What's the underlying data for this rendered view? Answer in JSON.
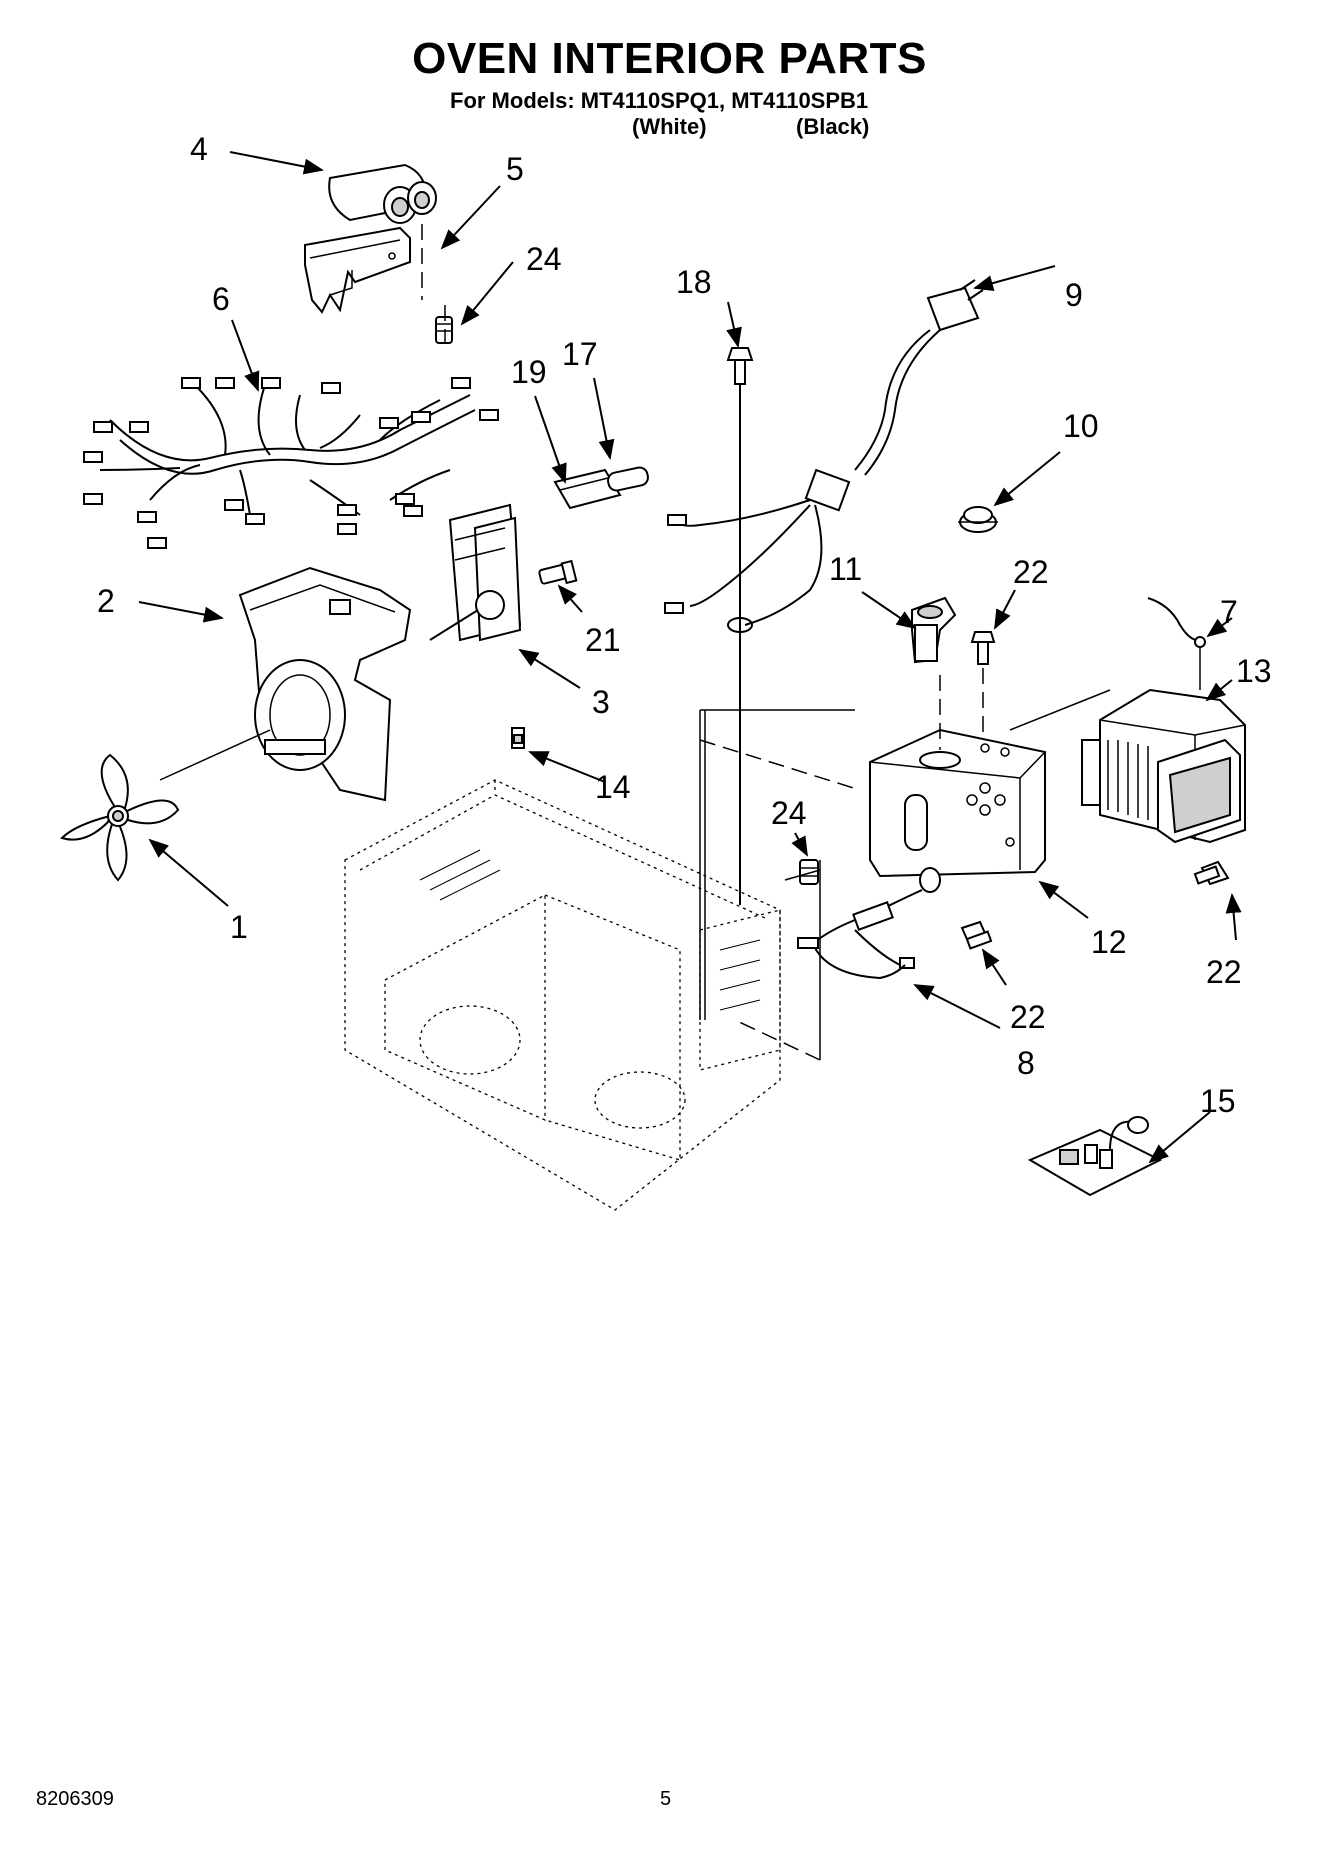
{
  "header": {
    "title": "OVEN INTERIOR PARTS",
    "models_line": "For Models: MT4110SPQ1, MT4110SPB1",
    "variant_white": "(White)",
    "variant_black": "(Black)"
  },
  "callouts": {
    "c1": "1",
    "c2": "2",
    "c3": "3",
    "c4": "4",
    "c5": "5",
    "c6": "6",
    "c7": "7",
    "c8": "8",
    "c9": "9",
    "c10": "10",
    "c11": "11",
    "c12": "12",
    "c13": "13",
    "c14": "14",
    "c15": "15",
    "c17": "17",
    "c18": "18",
    "c19": "19",
    "c21": "21",
    "c22a": "22",
    "c22b": "22",
    "c22c": "22",
    "c24a": "24",
    "c24b": "24"
  },
  "footer": {
    "doc_number": "8206309",
    "page_number": "5"
  }
}
